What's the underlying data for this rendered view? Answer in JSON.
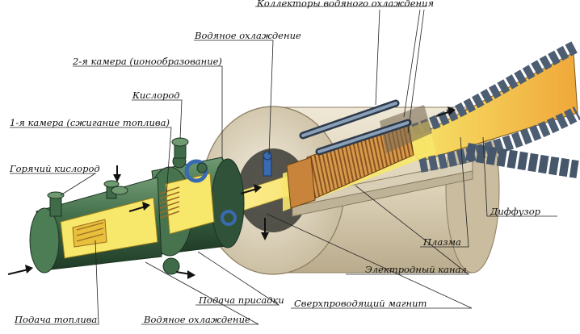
{
  "diagram": {
    "labels": {
      "collectors": "Коллекторы водяного охлаждения",
      "water_cooling_top": "Водяное охлаждение",
      "chamber2": "2-я камера (ионообразование)",
      "oxygen": "Кислород",
      "chamber1": "1-я камера (сжигание топлива)",
      "hot_oxygen": "Горячий кислород",
      "diffuser": "Диффузор",
      "plasma": "Плазма",
      "electrode_channel": "Электродный канал",
      "superconducting_magnet": "Сверхпроводящий магнит",
      "additive_supply": "Подача присадки",
      "fuel_supply": "Подача топлива",
      "water_cooling_bottom": "Водяное охлаждение"
    },
    "colors": {
      "green_body": "#3f6b48",
      "green_dark": "#25402c",
      "magnet_beige": "#ddd2b8",
      "plasma_yellow": "#f7e76a",
      "copper": "#c7843a",
      "steel_blue": "#5b6e86"
    }
  }
}
